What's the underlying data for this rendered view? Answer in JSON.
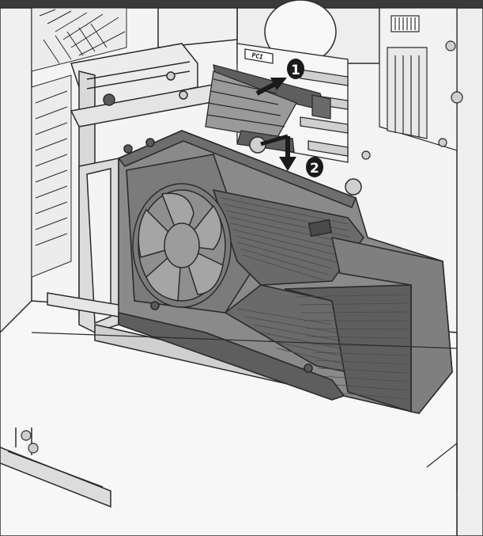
{
  "colors": {
    "line": "#2b2b2b",
    "case_fill": "#f4f4f4",
    "dark_band": "#3a3a3a",
    "card_body": "#8a8a8a",
    "card_shroud": "#7b7b7b",
    "card_dark": "#5e5e5e",
    "fin": "#6a6a6a",
    "fan_hub": "#9c9c9c",
    "callout": "#1a1a1a",
    "arrow": "#1a1a1a",
    "bracket": "#d9d9d9"
  },
  "callouts": {
    "step1": "1",
    "step2": "2"
  },
  "slot_label": "PCI",
  "icons": {
    "step1_arrow": "arrow-up-right-icon",
    "step2_arrow": "arrow-down-icon",
    "screw": "screw-icon",
    "fan": "fan-icon"
  }
}
